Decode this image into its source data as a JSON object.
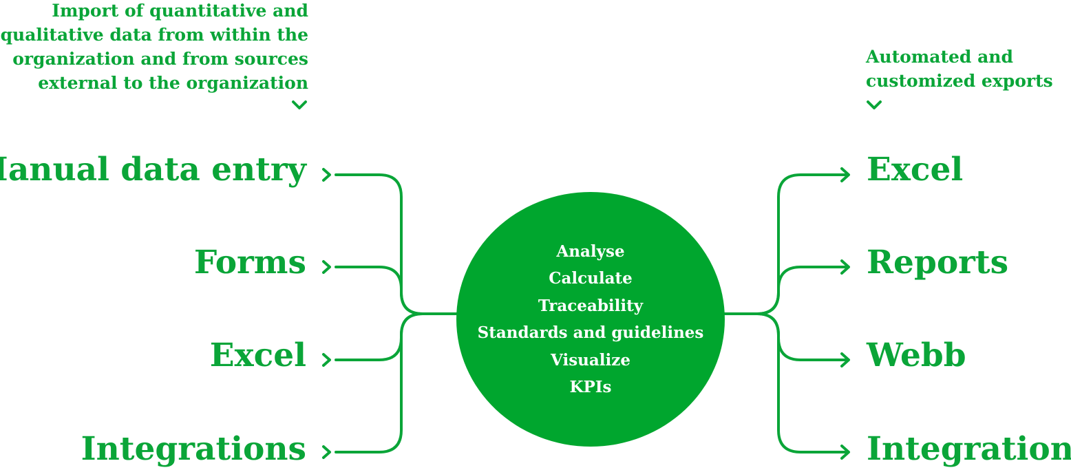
{
  "colors": {
    "accent": "#0aa538",
    "hub_fill": "#00a62e",
    "hub_text": "#ffffff"
  },
  "import_note": {
    "lines": [
      "Import of quantitative and",
      "qualitative data from within the",
      "organization and from sources",
      "external to the organization"
    ],
    "icon": "chevron-down-icon"
  },
  "export_note": {
    "lines": [
      "Automated and",
      "customized exports"
    ],
    "icon": "chevron-down-icon"
  },
  "inputs": [
    {
      "label": "Manual data entry",
      "icon": "chevron-right-icon"
    },
    {
      "label": "Forms",
      "icon": "chevron-right-icon"
    },
    {
      "label": "Excel",
      "icon": "chevron-right-icon"
    },
    {
      "label": "Integrations",
      "icon": "chevron-right-icon"
    }
  ],
  "hub": {
    "lines": [
      "Analyse",
      "Calculate",
      "Traceability",
      "Standards and guidelines",
      "Visualize",
      "KPIs"
    ]
  },
  "outputs": [
    {
      "label": "Excel",
      "icon": "arrow-right-icon"
    },
    {
      "label": "Reports",
      "icon": "arrow-right-icon"
    },
    {
      "label": "Webb",
      "icon": "arrow-right-icon"
    },
    {
      "label": "Integrations",
      "icon": "arrow-right-icon"
    }
  ]
}
